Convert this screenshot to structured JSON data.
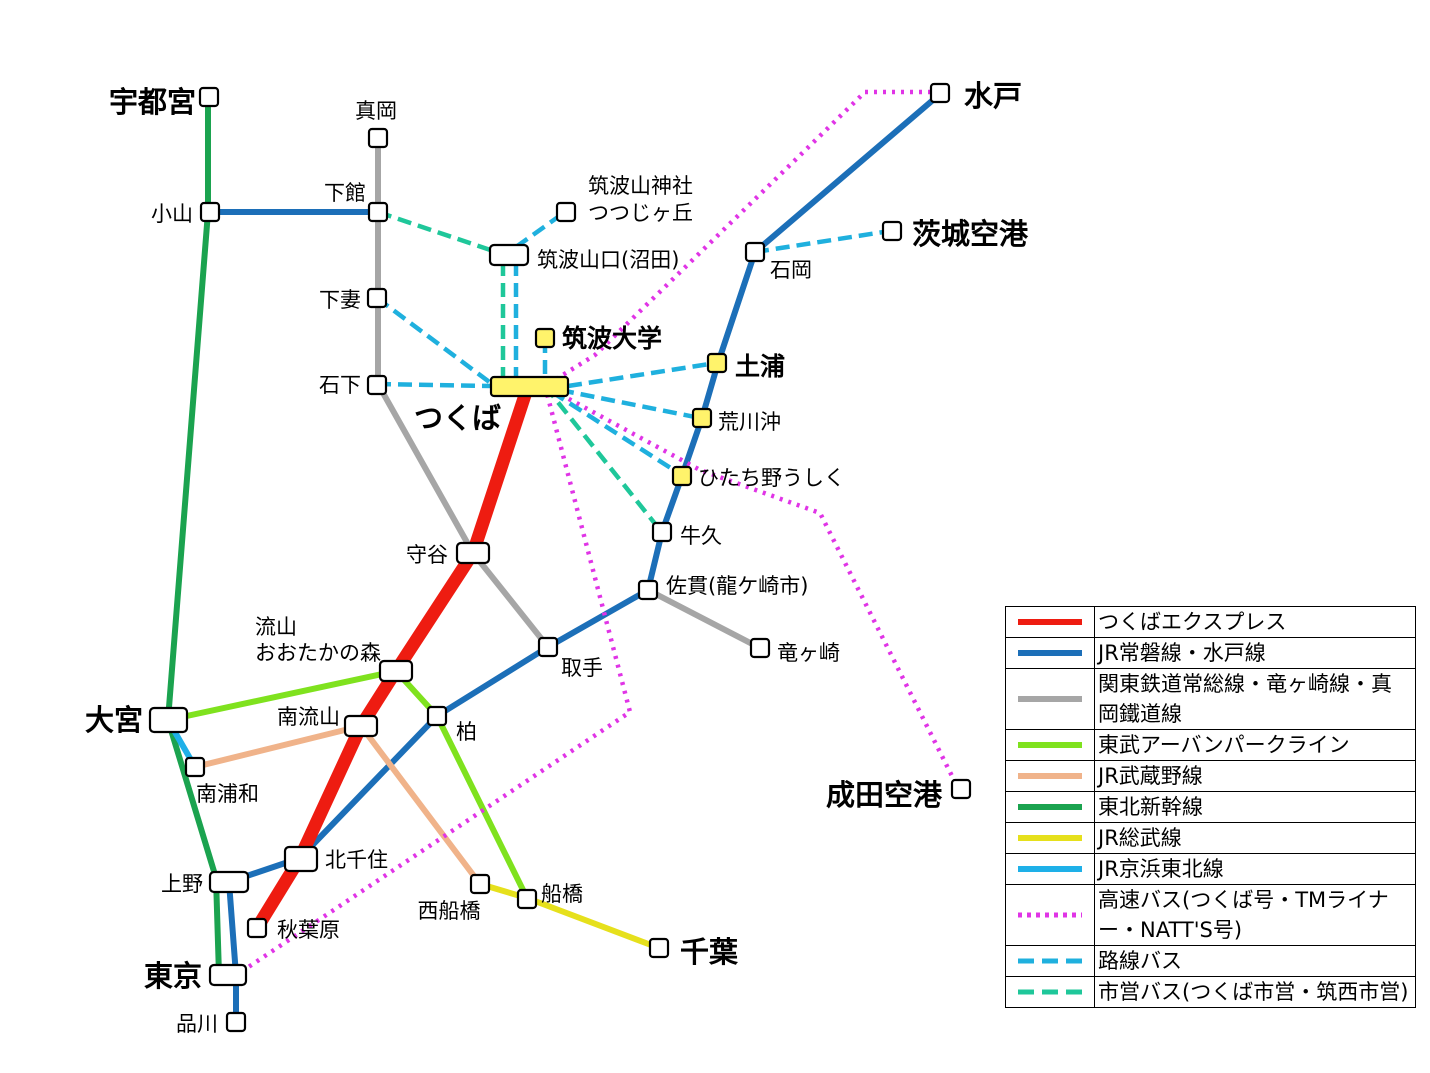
{
  "colors": {
    "tx": "#ee1c11",
    "joban": "#1c6fb8",
    "kanto": "#a6a6a6",
    "tobu": "#7fe21e",
    "musashino": "#f0b38a",
    "shinkansen": "#1ba34f",
    "sobu": "#e6e01c",
    "keihin": "#1eb0e8",
    "hwbus": "#e034e6",
    "rosen": "#1fb0de",
    "shiei": "#1fc79a",
    "station_fill": "#ffffff",
    "highlight_station_fill": "#fff36b"
  },
  "stations": {
    "utsunomiya": "宇都宮",
    "mooka": "真岡",
    "oyama": "小山",
    "shimodate": "下館",
    "tsukubasan_jinja": "筑波山神社",
    "tsutsujigaoka": "つつじヶ丘",
    "tsukubasanguchi": "筑波山口(沼田)",
    "mito": "水戸",
    "ibaraki_airport": "茨城空港",
    "ishioka": "石岡",
    "shimotsuma": "下妻",
    "tsukuba_univ": "筑波大学",
    "tsuchiura": "土浦",
    "ishige": "石下",
    "tsukuba": "つくば",
    "arakawaoki": "荒川沖",
    "hitachino_ushiku": "ひたち野うしく",
    "ushiku": "牛久",
    "moriya": "守谷",
    "sanuki": "佐貫(龍ケ崎市)",
    "nagareyama_1": "流山",
    "nagareyama_2": "おおたかの森",
    "toride": "取手",
    "ryugasaki": "竜ヶ崎",
    "omiya": "大宮",
    "minami_nagareyama": "南流山",
    "kashiwa": "柏",
    "minami_urawa": "南浦和",
    "narita_airport": "成田空港",
    "kita_senju": "北千住",
    "ueno": "上野",
    "nishi_funabashi": "西船橋",
    "funabashi": "船橋",
    "akihabara": "秋葉原",
    "chiba": "千葉",
    "tokyo": "東京",
    "shinagawa": "品川"
  },
  "legend": [
    {
      "label": "つくばエクスプレス",
      "color": "#ee1c11",
      "style": "solid"
    },
    {
      "label": "JR常磐線・水戸線",
      "color": "#1c6fb8",
      "style": "solid"
    },
    {
      "label": "関東鉄道常総線・竜ヶ崎線・真岡鐵道線",
      "color": "#a6a6a6",
      "style": "solid"
    },
    {
      "label": "東武アーバンパークライン",
      "color": "#7fe21e",
      "style": "solid"
    },
    {
      "label": "JR武蔵野線",
      "color": "#f0b38a",
      "style": "solid"
    },
    {
      "label": "東北新幹線",
      "color": "#1ba34f",
      "style": "solid"
    },
    {
      "label": "JR総武線",
      "color": "#e6e01c",
      "style": "solid"
    },
    {
      "label": "JR京浜東北線",
      "color": "#1eb0e8",
      "style": "solid"
    },
    {
      "label": "高速バス(つくば号・TMライナー・NATT'S号)",
      "color": "#e034e6",
      "style": "dotted"
    },
    {
      "label": "路線バス",
      "color": "#1fb0de",
      "style": "dashed"
    },
    {
      "label": "市営バス(つくば市営・筑西市営)",
      "color": "#1fc79a",
      "style": "dashed"
    }
  ]
}
